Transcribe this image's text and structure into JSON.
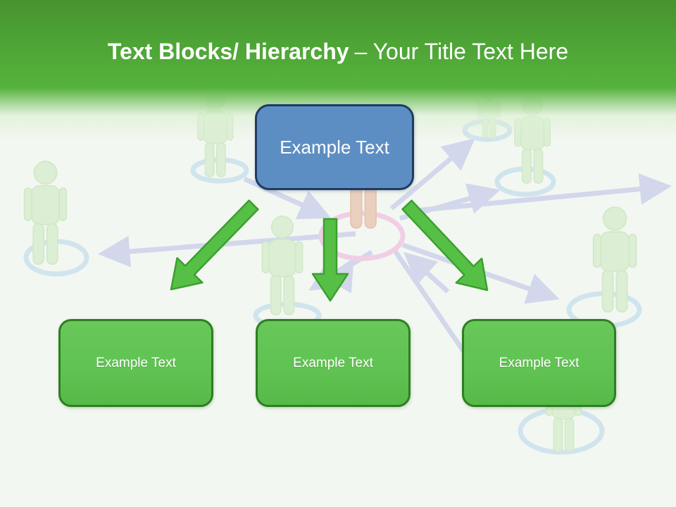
{
  "slide": {
    "header": {
      "title_bold": "Text Blocks/ Hierarchy",
      "title_regular": "– Your Title Text Here"
    },
    "hierarchy": {
      "root": {
        "label": "Example Text"
      },
      "children": [
        {
          "label": "Example Text"
        },
        {
          "label": "Example Text"
        },
        {
          "label": "Example Text"
        }
      ]
    },
    "colors": {
      "header_green_dark": "#47932e",
      "header_green_light": "#55b23c",
      "background_tint": "#f3f7f1",
      "root_box_fill": "#5d8ec3",
      "root_box_border": "#1e3c63",
      "child_box_fill": "#5fc251",
      "child_box_border": "#2e7e22",
      "arrow_fill": "#56c046",
      "arrow_border": "#3aa02e",
      "network_arrow": "#b3b9e8",
      "ring_blue": "#aed3ea",
      "ring_pink": "#eea6d8",
      "person_green": "#c7e9b8",
      "person_red": "#e3a88f"
    }
  }
}
